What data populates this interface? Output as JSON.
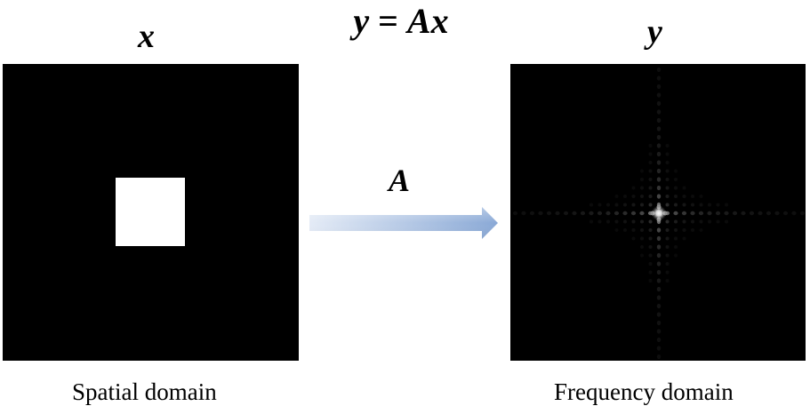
{
  "equation": {
    "lhs": "y",
    "eq": " = ",
    "rhs": "Ax"
  },
  "spatial": {
    "symbol": "x",
    "caption": "Spatial domain",
    "background_color": "#000000",
    "square_color": "#ffffff"
  },
  "operator": {
    "symbol": "A",
    "arrow_color_start": "#dfe8f5",
    "arrow_color_end": "#8eacd8"
  },
  "frequency": {
    "symbol": "y",
    "caption": "Frequency domain",
    "background_color": "#000000"
  }
}
